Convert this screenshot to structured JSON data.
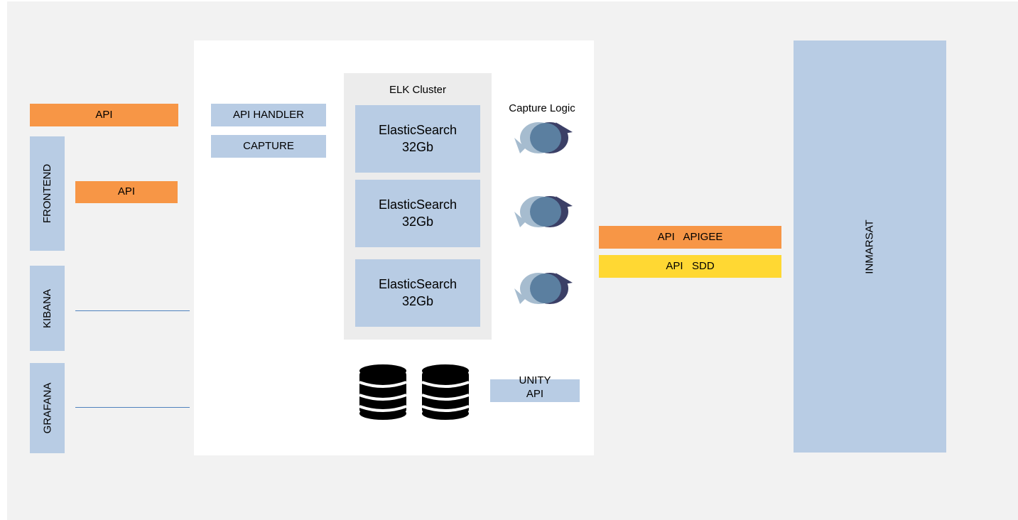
{
  "left": {
    "api_top": "API",
    "frontend": "FRONTEND",
    "api_inner": "API",
    "kibana": "KIBANA",
    "grafana": "GRAFANA"
  },
  "center": {
    "api_handler": "API HANDLER",
    "capture": "CAPTURE",
    "elk_cluster_title": "ELK Cluster",
    "nodes": [
      {
        "name": "ElasticSearch",
        "size": "32Gb"
      },
      {
        "name": "ElasticSearch",
        "size": "32Gb"
      },
      {
        "name": "ElasticSearch",
        "size": "32Gb"
      }
    ],
    "capture_logic": "Capture Logic",
    "unity_api_line1": "UNITY",
    "unity_api_line2": "API"
  },
  "right": {
    "api_apigee": "API   APIGEE",
    "api_sdd": "API   SDD",
    "inmarsat": "INMARSAT"
  },
  "icons": {
    "cycle": "refresh-cycle-icon",
    "database": "database-icon"
  },
  "colors": {
    "panel_blue": "#b8cce4",
    "api_orange": "#f79646",
    "api_yellow": "#ffd833",
    "background": "#f2f2f2",
    "connector": "#4f81bd"
  }
}
